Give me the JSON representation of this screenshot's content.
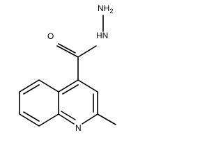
{
  "molecule": {
    "atoms": {
      "amine": "NH",
      "amine_subscript": "2",
      "hydrazide_n": "N",
      "hydrazide_h": "H",
      "carbonyl_o": "O",
      "ring_n": "N"
    }
  }
}
